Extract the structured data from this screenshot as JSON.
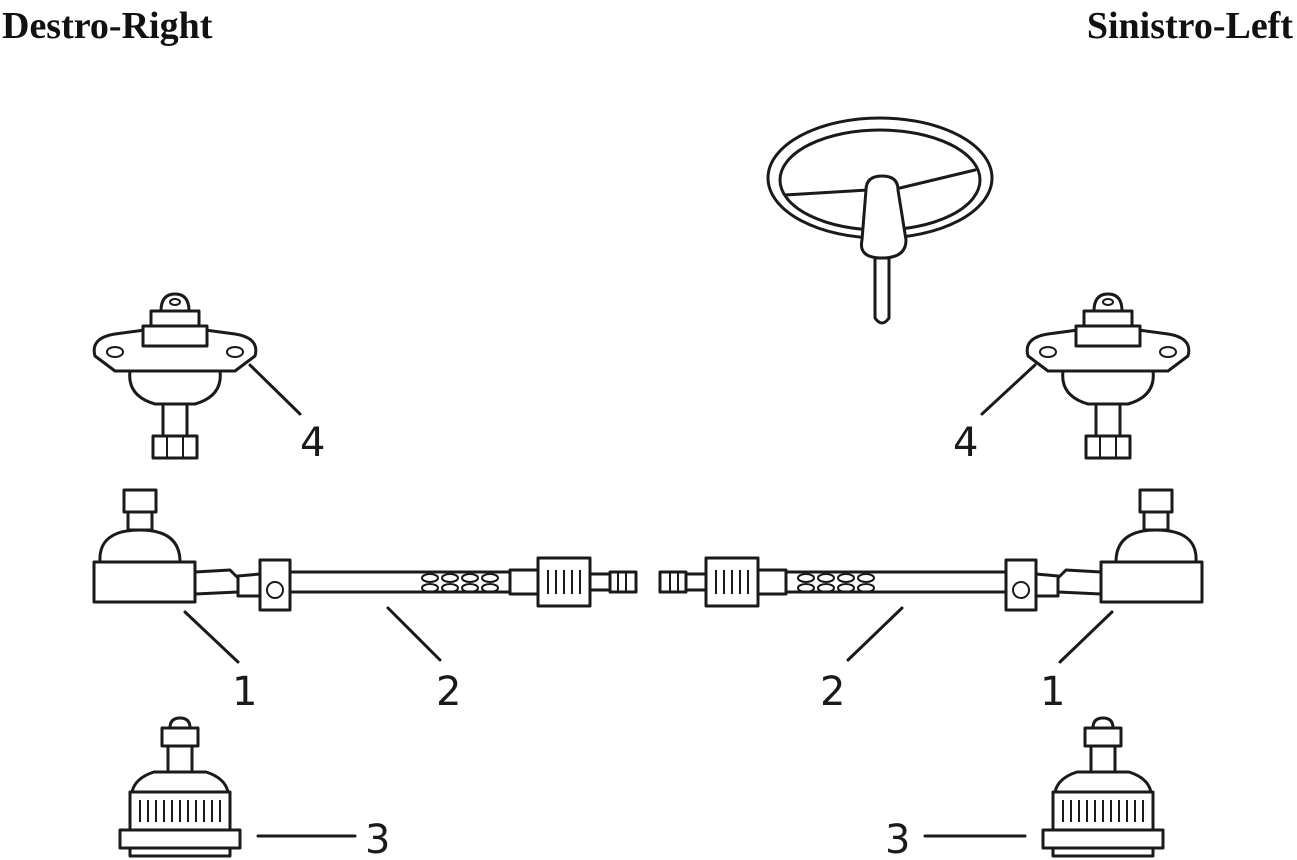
{
  "headings": {
    "right_side": "Destro-Right",
    "left_side": "Sinistro-Left"
  },
  "callouts": {
    "tie_rod_end": "1",
    "tie_rod": "2",
    "lower_ball_joint": "3",
    "upper_ball_joint": "4"
  },
  "colors": {
    "ink": "#1a1a1a",
    "background": "#ffffff"
  }
}
